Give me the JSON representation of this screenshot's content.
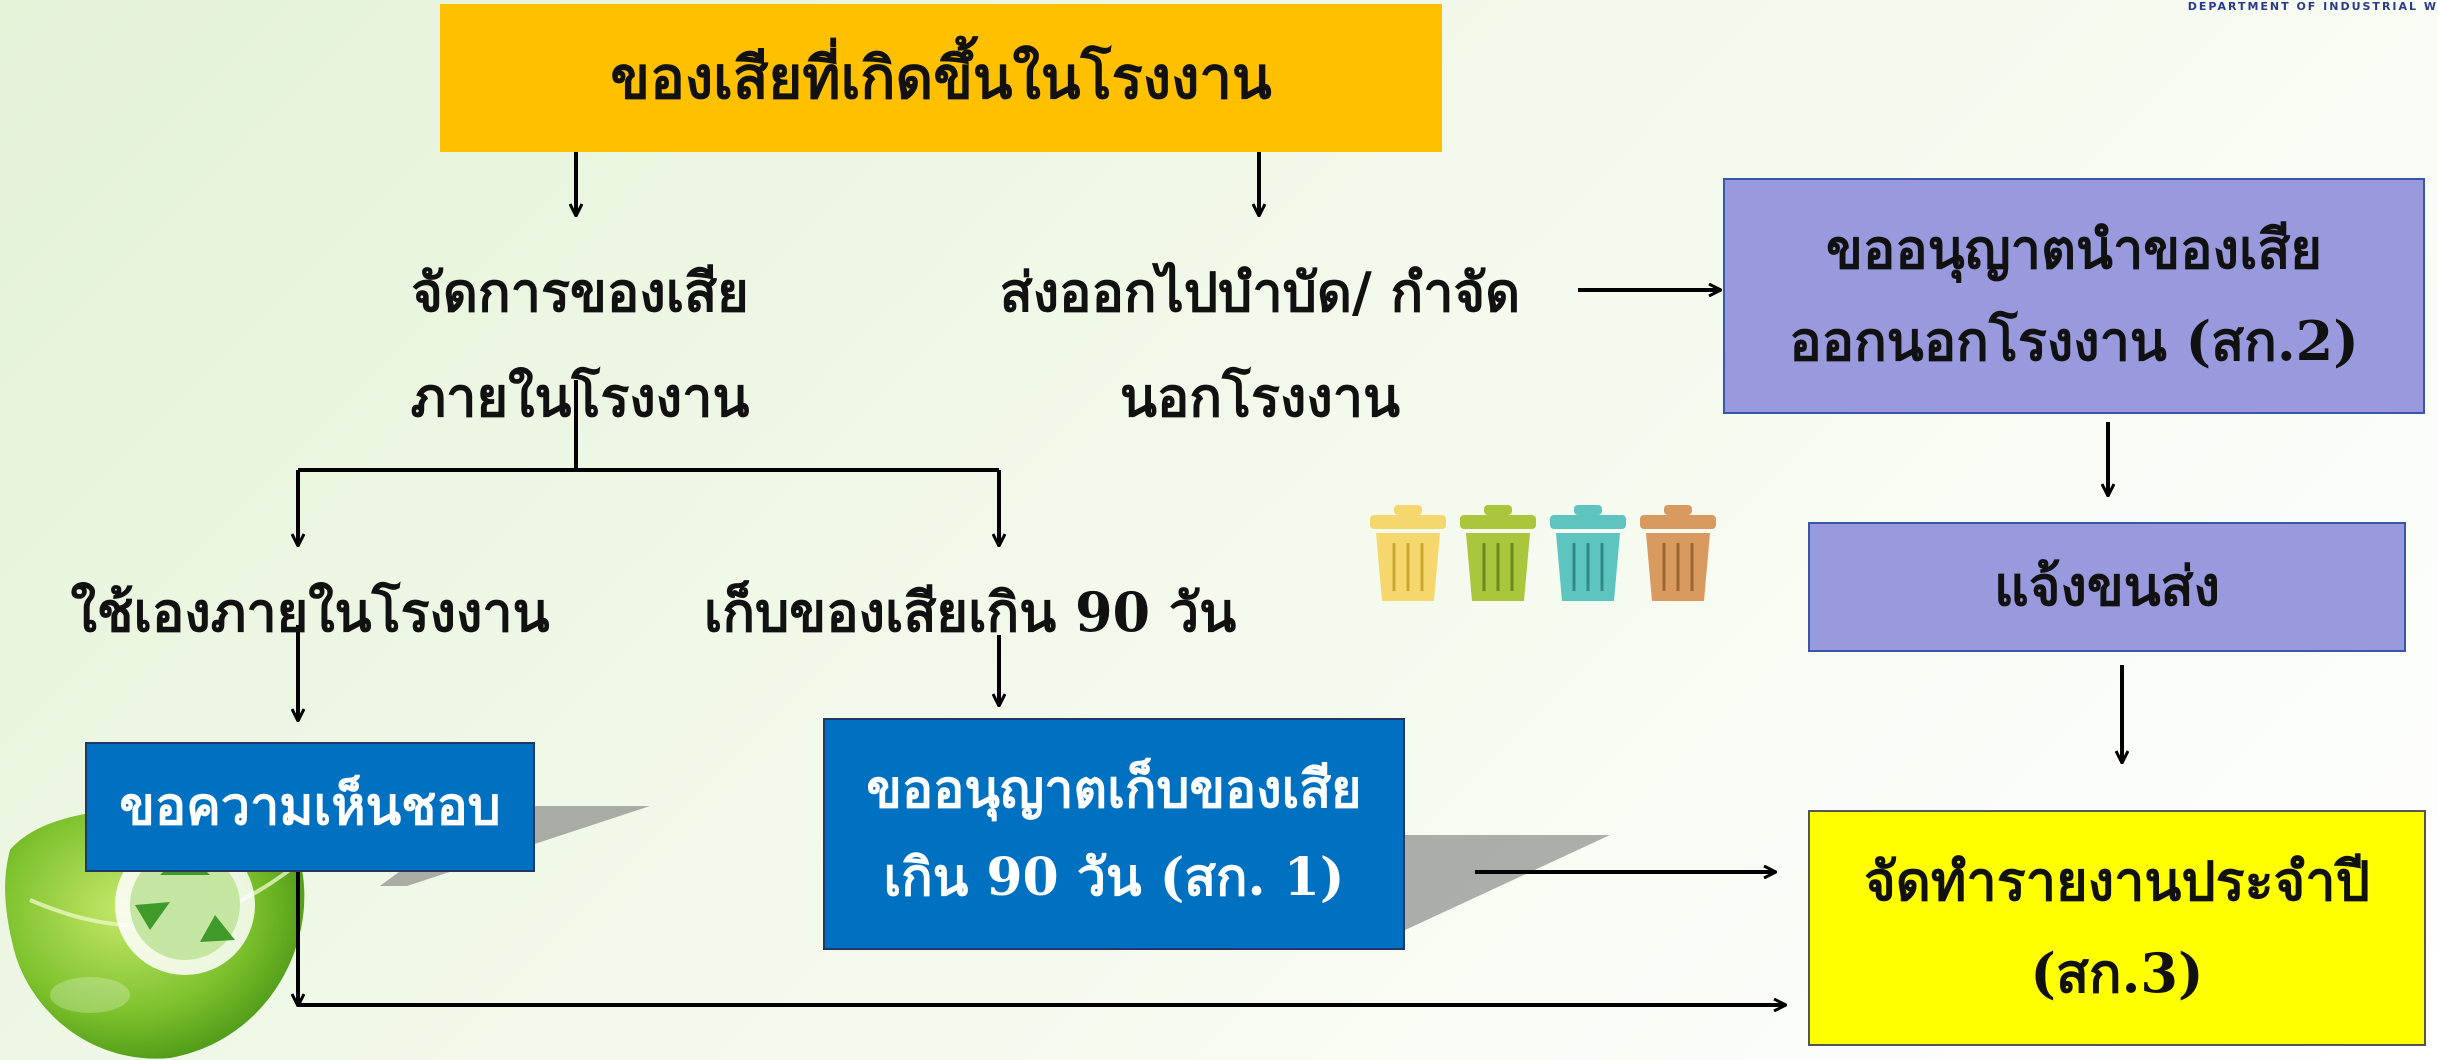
{
  "header": {
    "department_text": "DEPARTMENT OF INDUSTRIAL W"
  },
  "top_box": {
    "label": "ของเสียที่เกิดขึ้นในโรงงาน",
    "color": "#FFC000"
  },
  "branch_left": {
    "line1": "จัดการของเสีย",
    "line2": "ภายในโรงงาน"
  },
  "branch_right": {
    "line1": "ส่งออกไปบำบัด/ กำจัด",
    "line2": "นอกโรงงาน"
  },
  "permit_remove_box": {
    "line1": "ขออนุญาตนำของเสีย",
    "line2": "ออกนอกโรงงาน (สก.2)",
    "color": "#9999DD"
  },
  "notify_box": {
    "label": "แจ้งขนส่ง",
    "color": "#9999DD"
  },
  "use_inside": {
    "label": "ใช้เองภายในโรงงาน"
  },
  "store_over": {
    "label": "เก็บของเสียเกิน 90 วัน"
  },
  "approval_box": {
    "label": "ขอความเห็นชอบ",
    "color": "#0070C0"
  },
  "permit_store_box": {
    "line1": "ขออนุญาตเก็บของเสีย",
    "line2": "เกิน 90 วัน (สก. 1)",
    "color": "#0070C0"
  },
  "annual_report_box": {
    "line1": "จัดทำรายงานประจำปี",
    "line2": "(สก.3)",
    "color": "#FFFF00"
  },
  "icons": {
    "bins": [
      {
        "name": "yellow-trash-bin-icon",
        "color": "#F5D76E"
      },
      {
        "name": "green-trash-bin-icon",
        "color": "#A9C63C"
      },
      {
        "name": "teal-trash-bin-icon",
        "color": "#5EC4C0"
      },
      {
        "name": "orange-trash-bin-icon",
        "color": "#D89A5E"
      }
    ],
    "leaf": "recycle-leaf-icon"
  }
}
